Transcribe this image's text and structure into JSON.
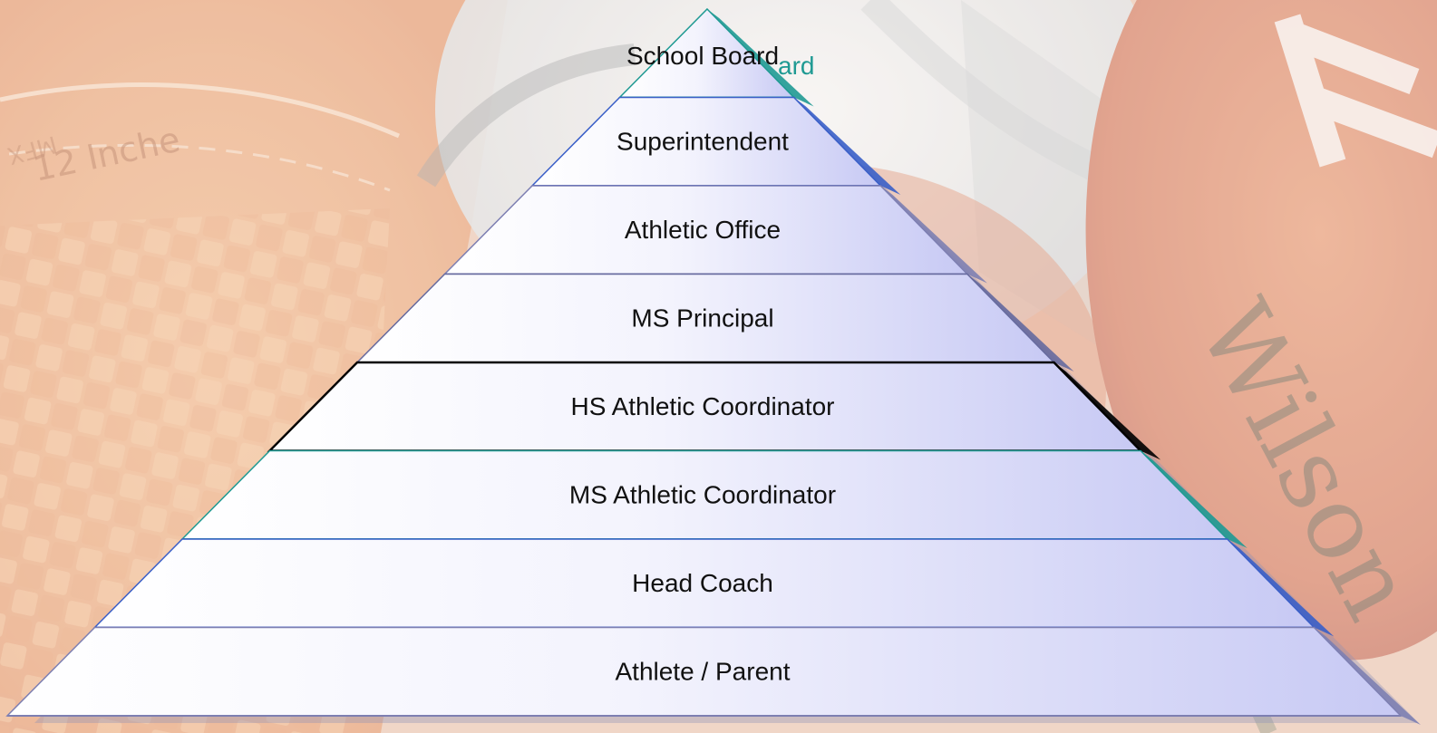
{
  "pyramid": {
    "tiers": [
      {
        "label": "School Board",
        "edge_color": "#1f9a93"
      },
      {
        "label": "Superintendent",
        "edge_color": "#3a5fc8"
      },
      {
        "label": "Athletic Office",
        "edge_color": "#7d7fb2"
      },
      {
        "label": "MS Principal",
        "edge_color": "#666a9e"
      },
      {
        "label": "HS Athletic Coordinator",
        "edge_color": "#000000"
      },
      {
        "label": "MS Athletic Coordinator",
        "edge_color": "#1f9a93"
      },
      {
        "label": "Head Coach",
        "edge_color": "#3a5fc8"
      },
      {
        "label": "Athlete / Parent",
        "edge_color": "#7d7fb2"
      }
    ],
    "ghost_text": "ard"
  },
  "colors": {
    "tier_fill_start": "#ffffff",
    "tier_fill_end": "#c7c9f4",
    "outline": "#4a57b8"
  }
}
